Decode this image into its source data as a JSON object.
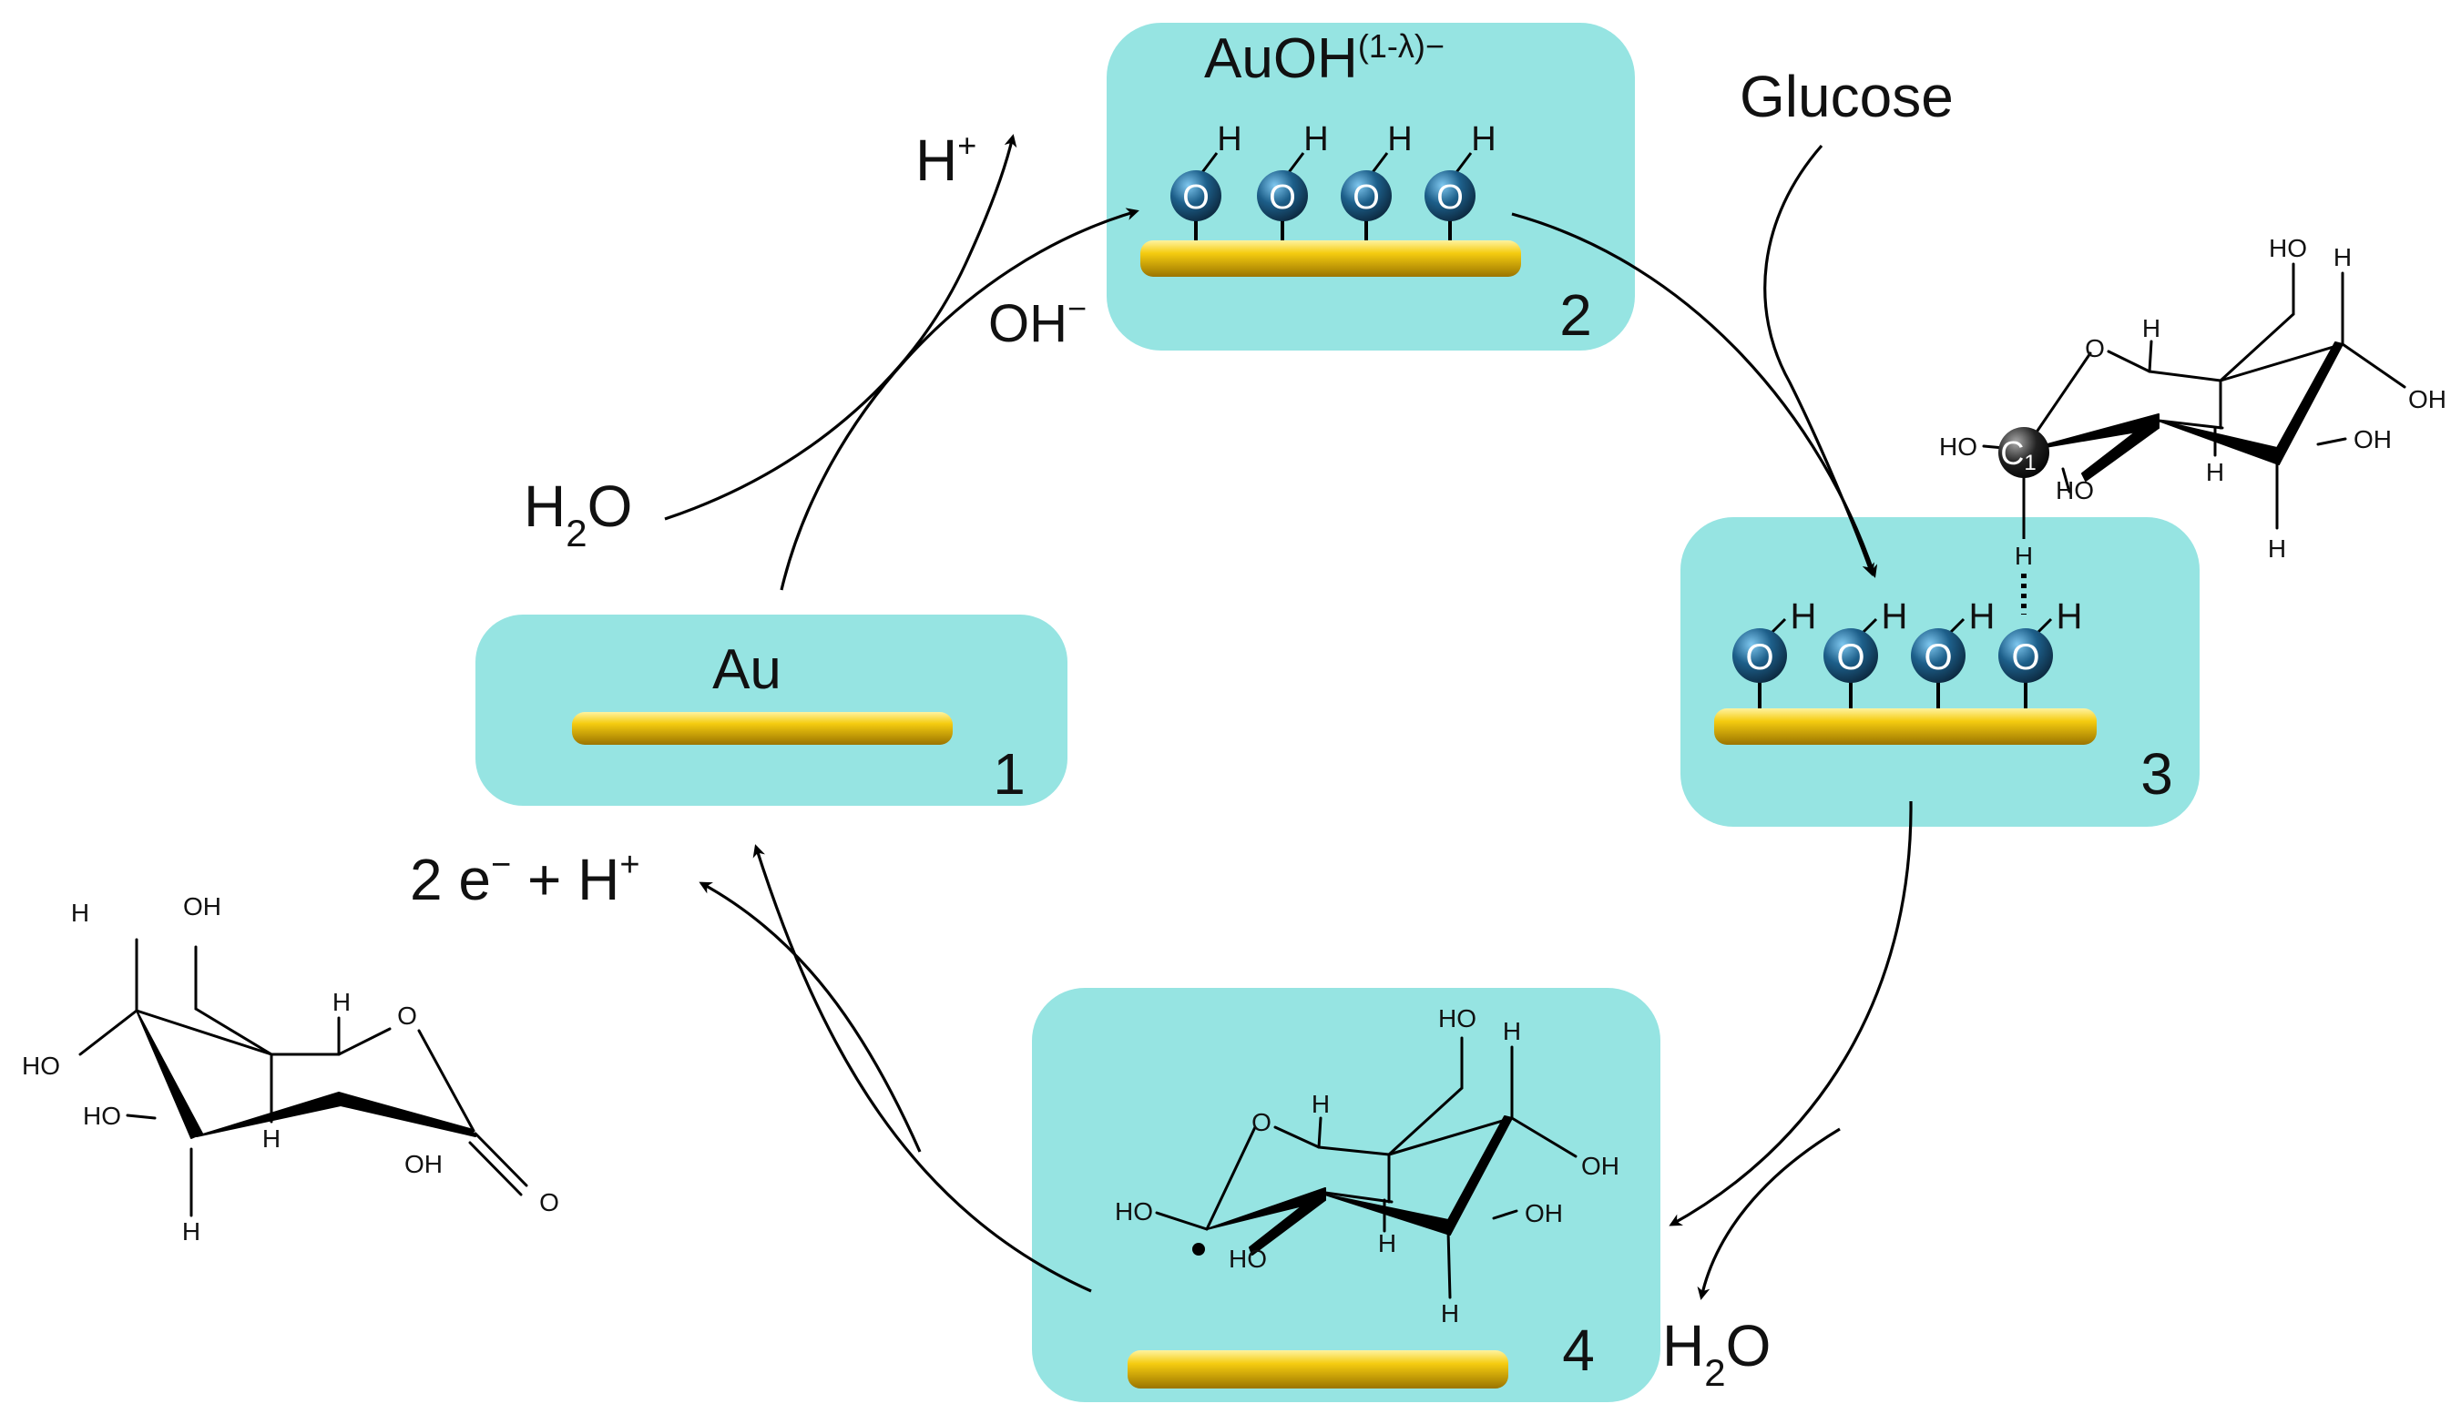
{
  "colors": {
    "panel": "#96e4e2",
    "gold": "#f2c200",
    "gold_dark": "#a37c00",
    "oxygen": "#1b5d86",
    "carbon": "#222222"
  },
  "states": {
    "s1": {
      "metal": "Au",
      "number": "1"
    },
    "s2": {
      "metal": "AuOH",
      "charge": "(1-λ)−",
      "number": "2"
    },
    "s3": {
      "number": "3"
    },
    "s4": {
      "number": "4"
    }
  },
  "species": {
    "h_plus_top": {
      "main": "H",
      "sup": "+"
    },
    "oh_minus": {
      "main": "OH",
      "sup": "−"
    },
    "water_left": {
      "main": "H",
      "sub": "2",
      "tail": "O"
    },
    "water_bottom": {
      "main": "H",
      "sub": "2",
      "tail": "O"
    },
    "glucose": "Glucose",
    "electrons": {
      "a": "2 e",
      "sup1": "−",
      "b": " + H",
      "sup2": "+"
    }
  },
  "atoms": {
    "O": "O",
    "H": "H",
    "C1": "C",
    "C1_sub": "1",
    "OH": "OH",
    "HO": "HO",
    "carbonyl_O": "O"
  }
}
